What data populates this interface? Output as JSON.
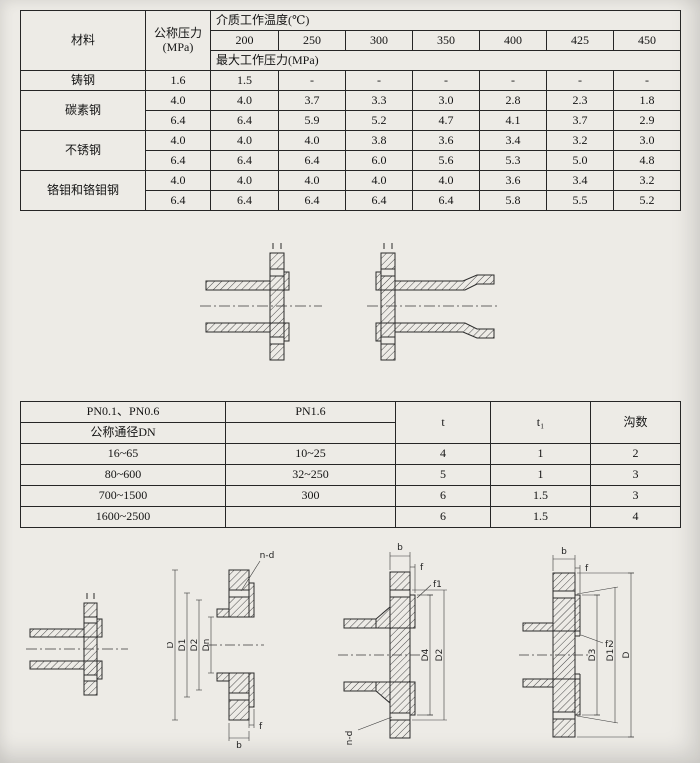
{
  "pressure_table": {
    "material_header": "材料",
    "nominal_pressure_l1": "公称压力",
    "nominal_pressure_l2": "(MPa)",
    "temp_header": "介质工作温度(℃)",
    "temps": [
      "200",
      "250",
      "300",
      "350",
      "400",
      "425",
      "450"
    ],
    "max_pressure_header": "最大工作压力(MPa)",
    "groups": [
      {
        "material": "铸钢",
        "rows": [
          {
            "pn": "1.6",
            "values": [
              "1.5",
              "-",
              "-",
              "-",
              "-",
              "-",
              "-"
            ]
          }
        ]
      },
      {
        "material": "碳素钢",
        "rows": [
          {
            "pn": "4.0",
            "values": [
              "4.0",
              "3.7",
              "3.3",
              "3.0",
              "2.8",
              "2.3",
              "1.8"
            ]
          },
          {
            "pn": "6.4",
            "values": [
              "6.4",
              "5.9",
              "5.2",
              "4.7",
              "4.1",
              "3.7",
              "2.9"
            ]
          }
        ]
      },
      {
        "material": "不锈钢",
        "rows": [
          {
            "pn": "4.0",
            "values": [
              "4.0",
              "4.0",
              "3.8",
              "3.6",
              "3.4",
              "3.2",
              "3.0"
            ]
          },
          {
            "pn": "6.4",
            "values": [
              "6.4",
              "6.4",
              "6.0",
              "5.6",
              "5.3",
              "5.0",
              "4.8"
            ]
          }
        ]
      },
      {
        "material": "铬钼和铬钼钢",
        "rows": [
          {
            "pn": "4.0",
            "values": [
              "4.0",
              "4.0",
              "4.0",
              "4.0",
              "3.6",
              "3.4",
              "3.2"
            ]
          },
          {
            "pn": "6.4",
            "values": [
              "6.4",
              "6.4",
              "6.4",
              "6.4",
              "5.8",
              "5.5",
              "5.2"
            ]
          }
        ]
      }
    ]
  },
  "groove_table": {
    "pn_low_header": "PN0.1、PN0.6",
    "pn16_header": "PN1.6",
    "dn_header": "公称通径DN",
    "t_header": "t",
    "t1_header": "t₁",
    "groove_header": "沟数",
    "rows": [
      {
        "dn_low": "16~65",
        "dn_16": "10~25",
        "t": "4",
        "t1": "1",
        "grooves": "2"
      },
      {
        "dn_low": "80~600",
        "dn_16": "32~250",
        "t": "5",
        "t1": "1",
        "grooves": "3"
      },
      {
        "dn_low": "700~1500",
        "dn_16": "300",
        "t": "6",
        "t1": "1.5",
        "grooves": "3"
      },
      {
        "dn_low": "1600~2500",
        "dn_16": "",
        "t": "6",
        "t1": "1.5",
        "grooves": "4"
      }
    ]
  },
  "drawings": {
    "d2": {
      "n_d": "n-d",
      "D": "D",
      "D1": "D1",
      "D2": "D2",
      "Dn": "Dn",
      "f": "f",
      "b": "b"
    },
    "d3": {
      "b": "b",
      "f": "f",
      "f1": "f1",
      "D4": "D4",
      "D2": "D2",
      "n_d": "n-d"
    },
    "d4": {
      "b": "b",
      "f": "f",
      "f2": "f2",
      "D3": "D3",
      "D1": "D1",
      "D": "D"
    }
  }
}
